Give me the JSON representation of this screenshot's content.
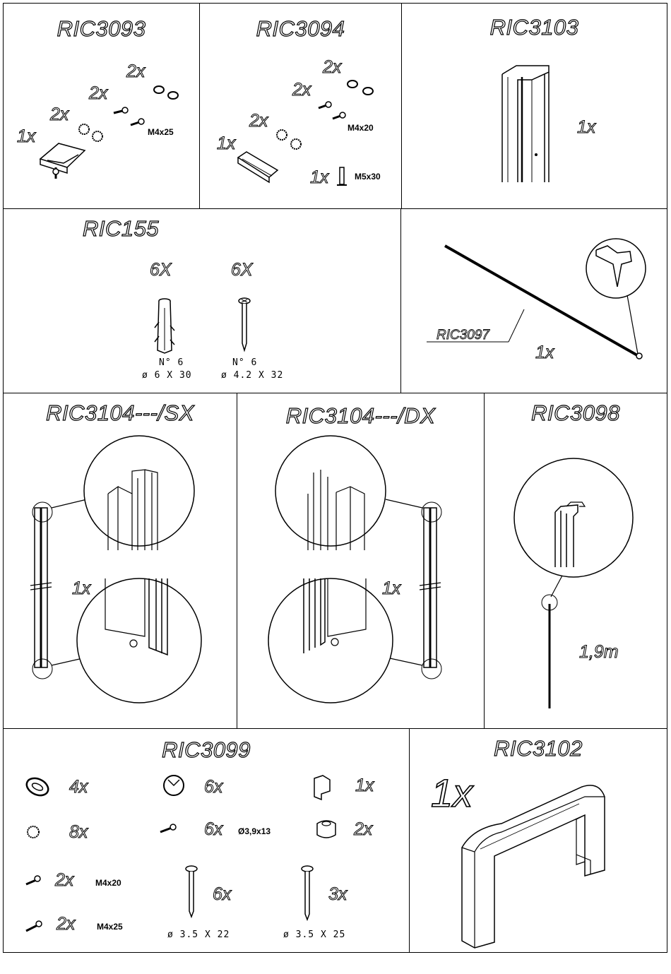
{
  "panels": {
    "ric3093": {
      "title": "RIC3093",
      "qty_washer": "2x",
      "qty_screw": "2x",
      "qty_lockwasher": "2x",
      "qty_clamp": "1x",
      "screw_spec": "M4x25"
    },
    "ric3094": {
      "title": "RIC3094",
      "qty_washer": "2x",
      "qty_screw": "2x",
      "qty_lockwasher": "2x",
      "qty_channel": "1x",
      "qty_bolt": "1x",
      "screw_spec": "M4x20",
      "bolt_spec": "M5x30"
    },
    "ric3103": {
      "title": "RIC3103",
      "qty": "1x"
    },
    "ric155": {
      "title": "RIC155",
      "qty_plug": "6X",
      "qty_screw": "6X",
      "plug_no": "N° 6",
      "plug_dim": "ø 6 X 30",
      "screw_no": "N° 6",
      "screw_dim": "ø 4.2 X 32"
    },
    "ric3097": {
      "label": "RIC3097",
      "qty": "1x"
    },
    "ric3104sx": {
      "title": "RIC3104---/SX",
      "qty": "1x"
    },
    "ric3104dx": {
      "title": "RIC3104---/DX",
      "qty": "1x"
    },
    "ric3098": {
      "title": "RIC3098",
      "length": "1,9m"
    },
    "ric3099": {
      "title": "RIC3099",
      "items": {
        "ring": "4x",
        "cap": "6x",
        "clip": "1x",
        "lockwasher": "8x",
        "screw_small": "6x",
        "screw_small_spec": "Ø3,9x13",
        "foot": "2x",
        "screw_m4x20": "2x",
        "screw_m4x20_spec": "M4x20",
        "screw_m4x25": "2x",
        "screw_m4x25_spec": "M4x25",
        "woodscrew_22": "6x",
        "woodscrew_22_dim": "ø 3.5 X 22",
        "woodscrew_25": "3x",
        "woodscrew_25_dim": "ø 3.5 X 25"
      }
    },
    "ric3102": {
      "title": "RIC3102",
      "qty": "1x"
    }
  },
  "colors": {
    "line": "#000000",
    "background": "#ffffff"
  }
}
